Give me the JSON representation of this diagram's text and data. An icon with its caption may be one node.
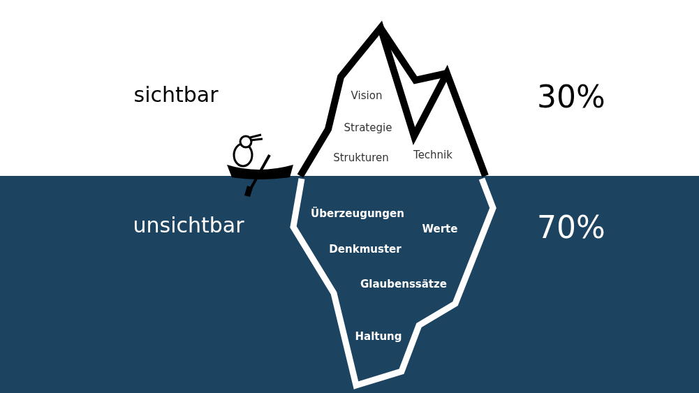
{
  "diagram": {
    "labels": [
      "sichtbar",
      "Vision",
      "30%",
      "Strategie",
      "Strukturen",
      "Technik",
      "unsichtbar",
      "Überzeugungen",
      "Werte",
      "70%",
      "Denkmuster",
      "Glaubenssätze",
      "Haltung"
    ]
  }
}
